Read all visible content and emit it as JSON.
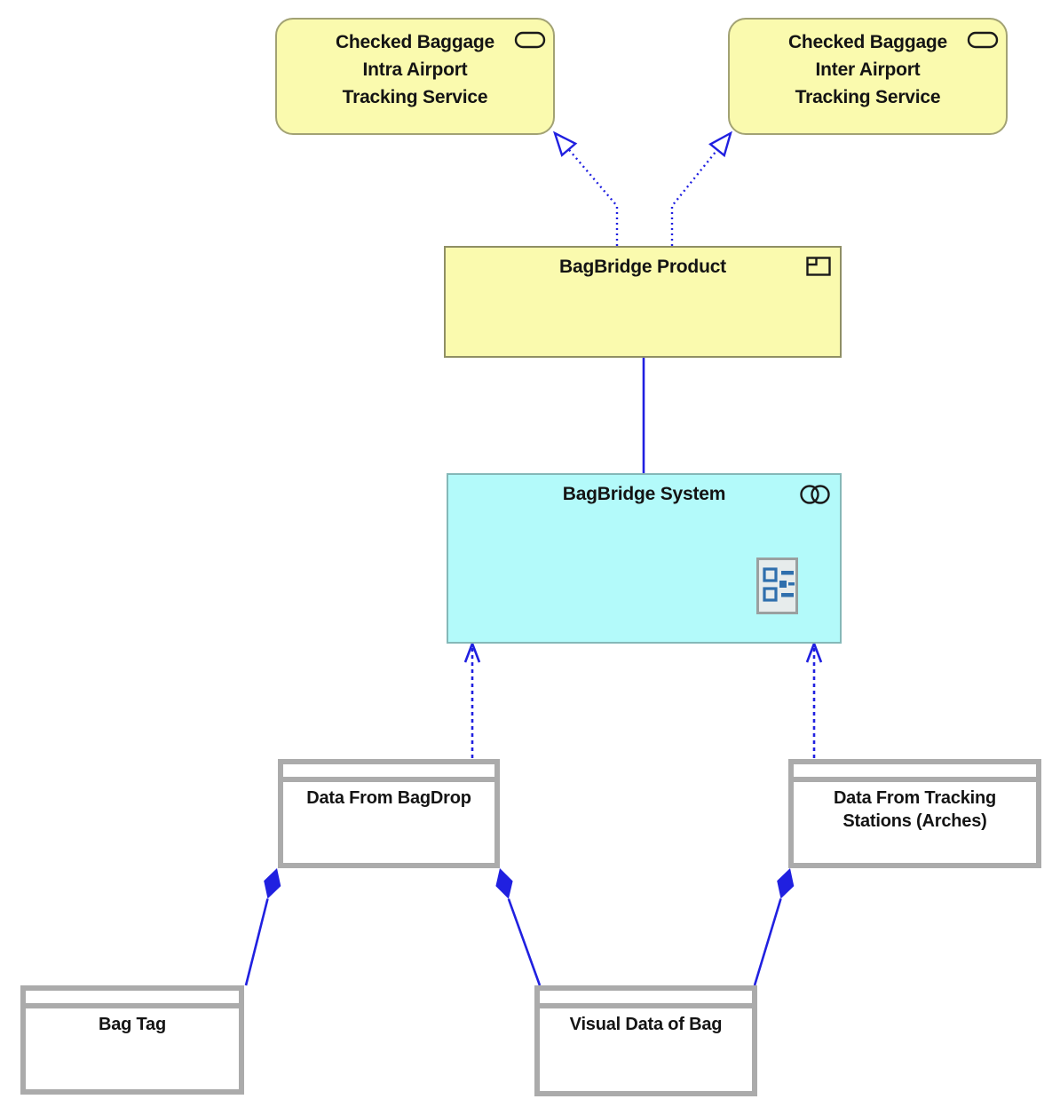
{
  "colors": {
    "service_fill": "#fafaae",
    "service_border": "#a2a274",
    "product_fill": "#fafaae",
    "product_border": "#8f8f64",
    "system_fill": "#b3fafa",
    "system_border": "#85b8b8",
    "data_object_border": "#ababab",
    "connector_blue": "#2020e0",
    "text": "#141414"
  },
  "nodes": {
    "service_intra": {
      "label": "Checked Baggage\nIntra Airport\nTracking Service",
      "icon": "service-icon"
    },
    "service_inter": {
      "label": "Checked Baggage\nInter Airport\nTracking Service",
      "icon": "service-icon"
    },
    "product": {
      "label": "BagBridge Product",
      "icon": "product-icon"
    },
    "system": {
      "label": "BagBridge System",
      "icon": "collaboration-icon",
      "badge_icon": "nested-elements-icon"
    },
    "data_bagdrop": {
      "label": "Data From BagDrop"
    },
    "data_tracking": {
      "label": "Data From Tracking\nStations (Arches)"
    },
    "bag_tag": {
      "label": "Bag Tag"
    },
    "visual_data": {
      "label": "Visual Data of Bag"
    }
  },
  "edges": [
    {
      "id": "realization-intra",
      "type": "realization",
      "style": "dotted-open-triangle",
      "from": "BagBridge Product",
      "to": "Checked Baggage Intra Airport Tracking Service"
    },
    {
      "id": "realization-inter",
      "type": "realization",
      "style": "dotted-open-triangle",
      "from": "BagBridge Product",
      "to": "Checked Baggage Inter Airport Tracking Service"
    },
    {
      "id": "product-system",
      "type": "association",
      "style": "solid-line",
      "from": "BagBridge Product",
      "to": "BagBridge System"
    },
    {
      "id": "access-bagdrop",
      "type": "access",
      "style": "dashed-open-arrow",
      "from": "Data From BagDrop",
      "to": "BagBridge System"
    },
    {
      "id": "access-tracking",
      "type": "access",
      "style": "dashed-open-arrow",
      "from": "Data From Tracking Stations (Arches)",
      "to": "BagBridge System"
    },
    {
      "id": "composition-bagtag",
      "type": "composition",
      "style": "solid-filled-diamond",
      "from": "Data From BagDrop",
      "to": "Bag Tag"
    },
    {
      "id": "composition-visual-bagdrop",
      "type": "composition",
      "style": "solid-filled-diamond",
      "from": "Data From BagDrop",
      "to": "Visual Data of Bag"
    },
    {
      "id": "composition-visual-tracking",
      "type": "composition",
      "style": "solid-filled-diamond",
      "from": "Data From Tracking Stations (Arches)",
      "to": "Visual Data of Bag"
    }
  ]
}
